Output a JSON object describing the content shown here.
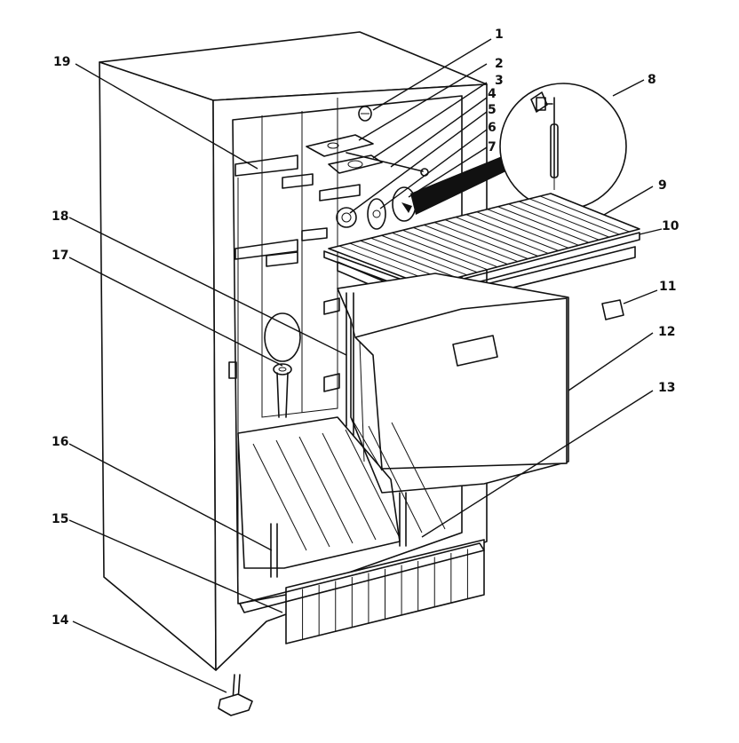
{
  "callouts": [
    {
      "id": "1",
      "label": "1"
    },
    {
      "id": "2",
      "label": "2"
    },
    {
      "id": "3",
      "label": "3"
    },
    {
      "id": "4",
      "label": "4"
    },
    {
      "id": "5",
      "label": "5"
    },
    {
      "id": "6",
      "label": "6"
    },
    {
      "id": "7",
      "label": "7"
    },
    {
      "id": "8",
      "label": "8"
    },
    {
      "id": "9",
      "label": "9"
    },
    {
      "id": "10",
      "label": "10"
    },
    {
      "id": "11",
      "label": "11"
    },
    {
      "id": "12",
      "label": "12"
    },
    {
      "id": "13",
      "label": "13"
    },
    {
      "id": "14",
      "label": "14"
    },
    {
      "id": "15",
      "label": "15"
    },
    {
      "id": "16",
      "label": "16"
    },
    {
      "id": "17",
      "label": "17"
    },
    {
      "id": "18",
      "label": "18"
    },
    {
      "id": "19",
      "label": "19"
    }
  ],
  "colors": {
    "line": "#111111",
    "background": "#ffffff"
  }
}
